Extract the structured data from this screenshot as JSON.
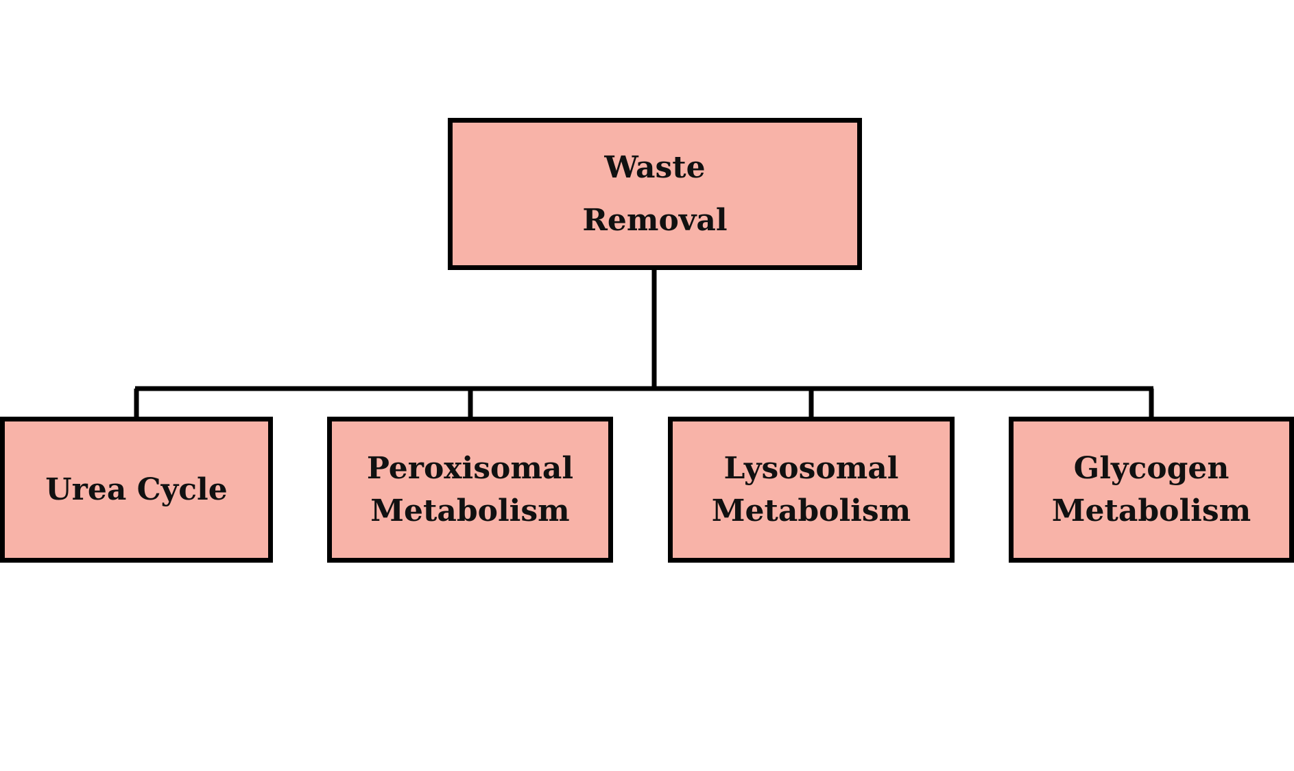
{
  "colors": {
    "box_fill": "#f8b3a8",
    "border": "#000000",
    "text": "#111111"
  },
  "root": {
    "label": "Waste Removal"
  },
  "children": [
    {
      "label": "Urea Cycle"
    },
    {
      "label": "Peroxisomal Metabolism"
    },
    {
      "label": "Lysosomal Metabolism"
    },
    {
      "label": "Glycogen Metabolism"
    }
  ]
}
